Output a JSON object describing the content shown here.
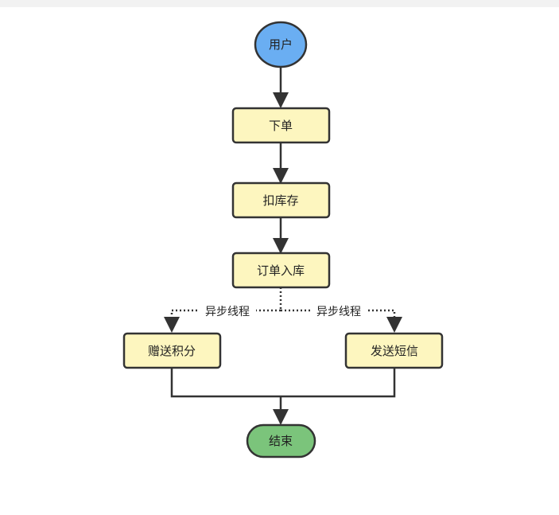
{
  "colors": {
    "start_fill": "#6aaef2",
    "process_fill": "#fdf6bf",
    "end_fill": "#7bc47b",
    "stroke": "#333333"
  },
  "nodes": {
    "user": "用户",
    "place_order": "下单",
    "deduct_stock": "扣库存",
    "order_storage": "订单入库",
    "gift_points": "赠送积分",
    "send_sms": "发送短信",
    "end": "结束"
  },
  "edges": {
    "async_left": "异步线程",
    "async_right": "异步线程"
  }
}
